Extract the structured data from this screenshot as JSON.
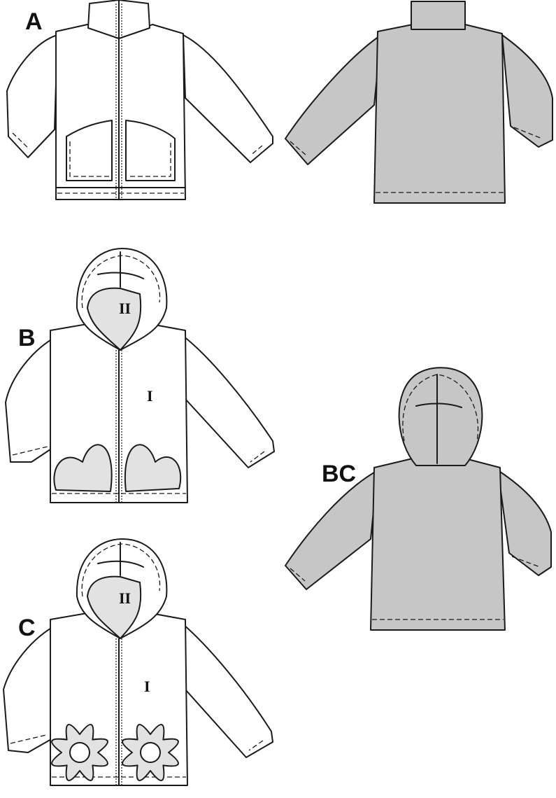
{
  "labels": {
    "a": "A",
    "b": "B",
    "c": "C",
    "bc": "BC"
  },
  "panel_marks": {
    "b_front": "I",
    "b_hood": "II",
    "c_front": "I",
    "c_hood": "II"
  },
  "colors": {
    "back_fill": "#c6c6c6",
    "lining_fill": "#e2e2e2",
    "line": "#1a1a1a"
  }
}
